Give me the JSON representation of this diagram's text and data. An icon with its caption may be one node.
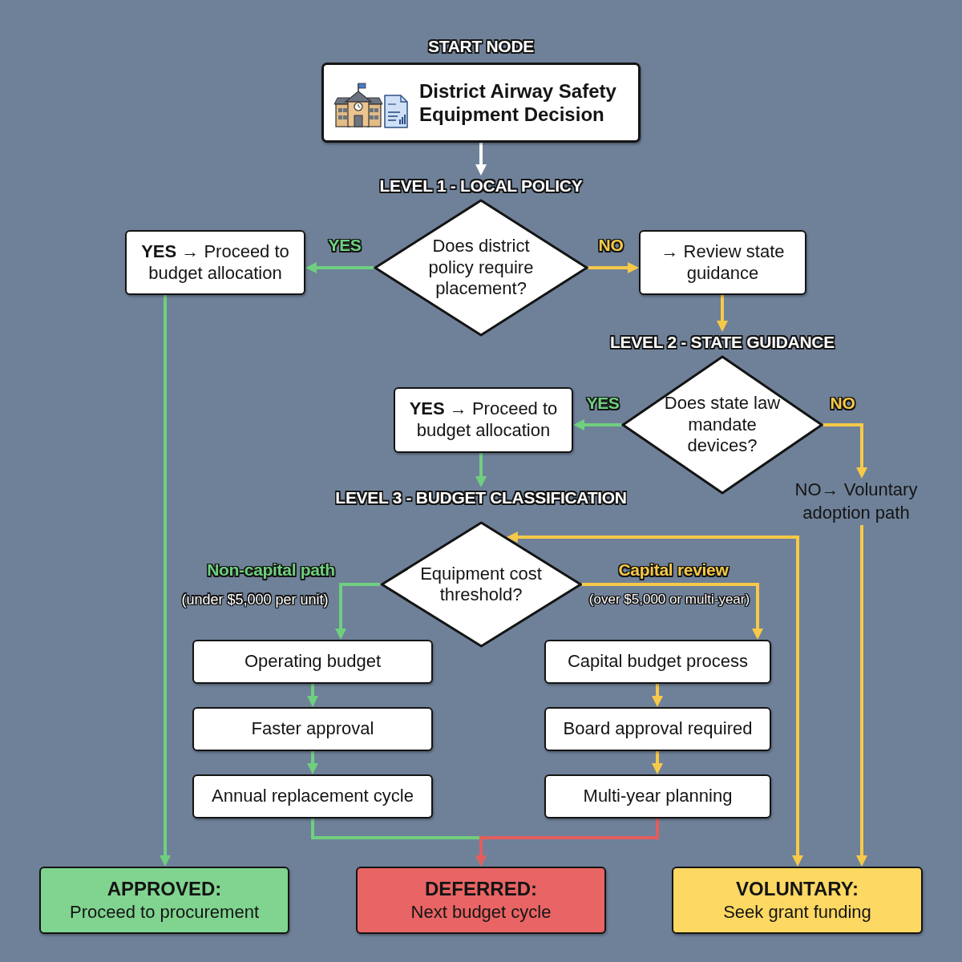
{
  "diagram": {
    "nodes": [
      {
        "text": [
          "START NODE",
          "District Airway Safety Equipment Decision"
        ]
      },
      {
        "text": [
          "LEVEL 1 - LOCAL POLICY",
          "Does district policy require placement?"
        ]
      },
      {
        "text": [
          "**YES** → Proceed to budget allocation"
        ]
      },
      {
        "text": [
          "→ Review state guidance"
        ]
      },
      {
        "text": [
          "LEVEL 2 - STATE GUIDANCE",
          "Does state law mandate devices?"
        ]
      },
      {
        "text": [
          "**YES** → Proceed to budget allocation"
        ]
      },
      {
        "text": [
          "NO→ Voluntary adoption path"
        ]
      },
      {
        "text": [
          "LEVEL 3 - BUDGET CLASSIFICATION",
          "Equipment cost threshold?"
        ]
      },
      {
        "text": [
          "Operating budget"
        ]
      },
      {
        "text": [
          "Faster approval"
        ]
      },
      {
        "text": [
          "Annual replacement cycle"
        ]
      },
      {
        "text": [
          "Capital budget process"
        ]
      },
      {
        "text": [
          "Board approval required"
        ]
      },
      {
        "text": [
          "Multi-year planning"
        ]
      },
      {
        "text": [
          "APPROVED:",
          "Proceed to procurement"
        ]
      },
      {
        "text": [
          "DEFERRED:",
          "Next budget cycle"
        ]
      },
      {
        "text": [
          "VOLUNTARY:",
          "Seek grant funding"
        ]
      }
    ],
    "edges": [
      {
        "from": 0,
        "to": 1,
        "arrow": "to",
        "color": "#ffffff"
      },
      {
        "from": 1,
        "to": 2,
        "arrow": "to",
        "label": "YES",
        "color": "#6fcf7f"
      },
      {
        "from": 1,
        "to": 3,
        "arrow": "to",
        "label": "NO",
        "color": "#f7c948"
      },
      {
        "from": 3,
        "to": 4,
        "arrow": "to",
        "color": "#f7c948"
      },
      {
        "from": 4,
        "to": 5,
        "arrow": "to",
        "label": "YES",
        "color": "#6fcf7f"
      },
      {
        "from": 4,
        "to": 6,
        "arrow": "to",
        "label": "NO",
        "color": "#f7c948"
      },
      {
        "from": 2,
        "to": 14,
        "arrow": "to",
        "color": "#6fcf7f"
      },
      {
        "from": 5,
        "to": 7,
        "arrow": "to",
        "color": "#6fcf7f"
      },
      {
        "from": 6,
        "to": 16,
        "arrow": "to",
        "color": "#f7c948"
      },
      {
        "from": 7,
        "to": 16,
        "arrow": "both",
        "color": "#f7c948"
      },
      {
        "from": 7,
        "to": 8,
        "arrow": "to",
        "label": "Non-capital path",
        "color": "#6fcf7f"
      },
      {
        "from": 7,
        "to": 11,
        "arrow": "to",
        "label": "Capital review",
        "color": "#f7c948"
      },
      {
        "from": 8,
        "to": 9,
        "arrow": "to",
        "color": "#6fcf7f"
      },
      {
        "from": 9,
        "to": 10,
        "arrow": "to",
        "color": "#6fcf7f"
      },
      {
        "from": 11,
        "to": 12,
        "arrow": "to",
        "color": "#f7c948"
      },
      {
        "from": 12,
        "to": 13,
        "arrow": "to",
        "color": "#f7c948"
      },
      {
        "from": 10,
        "to": 15,
        "arrow": "to",
        "color": "#6fcf7f"
      },
      {
        "from": 13,
        "to": 15,
        "arrow": "to",
        "color": "#e35d5d"
      }
    ],
    "labels": [
      "(under $5,000 per unit)",
      "(over $5,000 or multi-year)"
    ]
  }
}
